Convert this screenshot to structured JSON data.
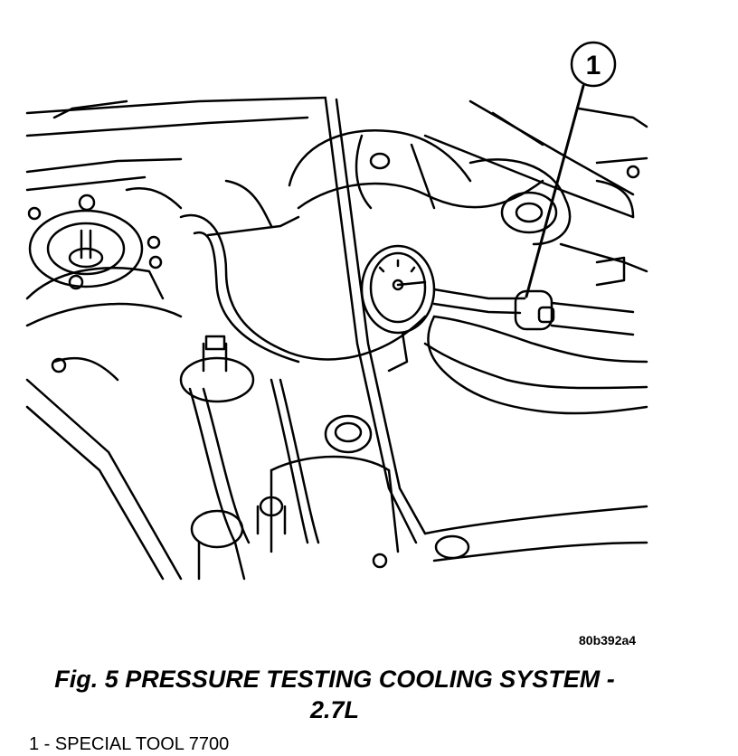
{
  "figure": {
    "callout": "1",
    "reference_code": "80b392a4",
    "caption_line1": "Fig. 5 PRESSURE TESTING COOLING SYSTEM -",
    "caption_line2": "2.7L",
    "legend": [
      {
        "text": "1 - SPECIAL TOOL 7700"
      }
    ]
  }
}
